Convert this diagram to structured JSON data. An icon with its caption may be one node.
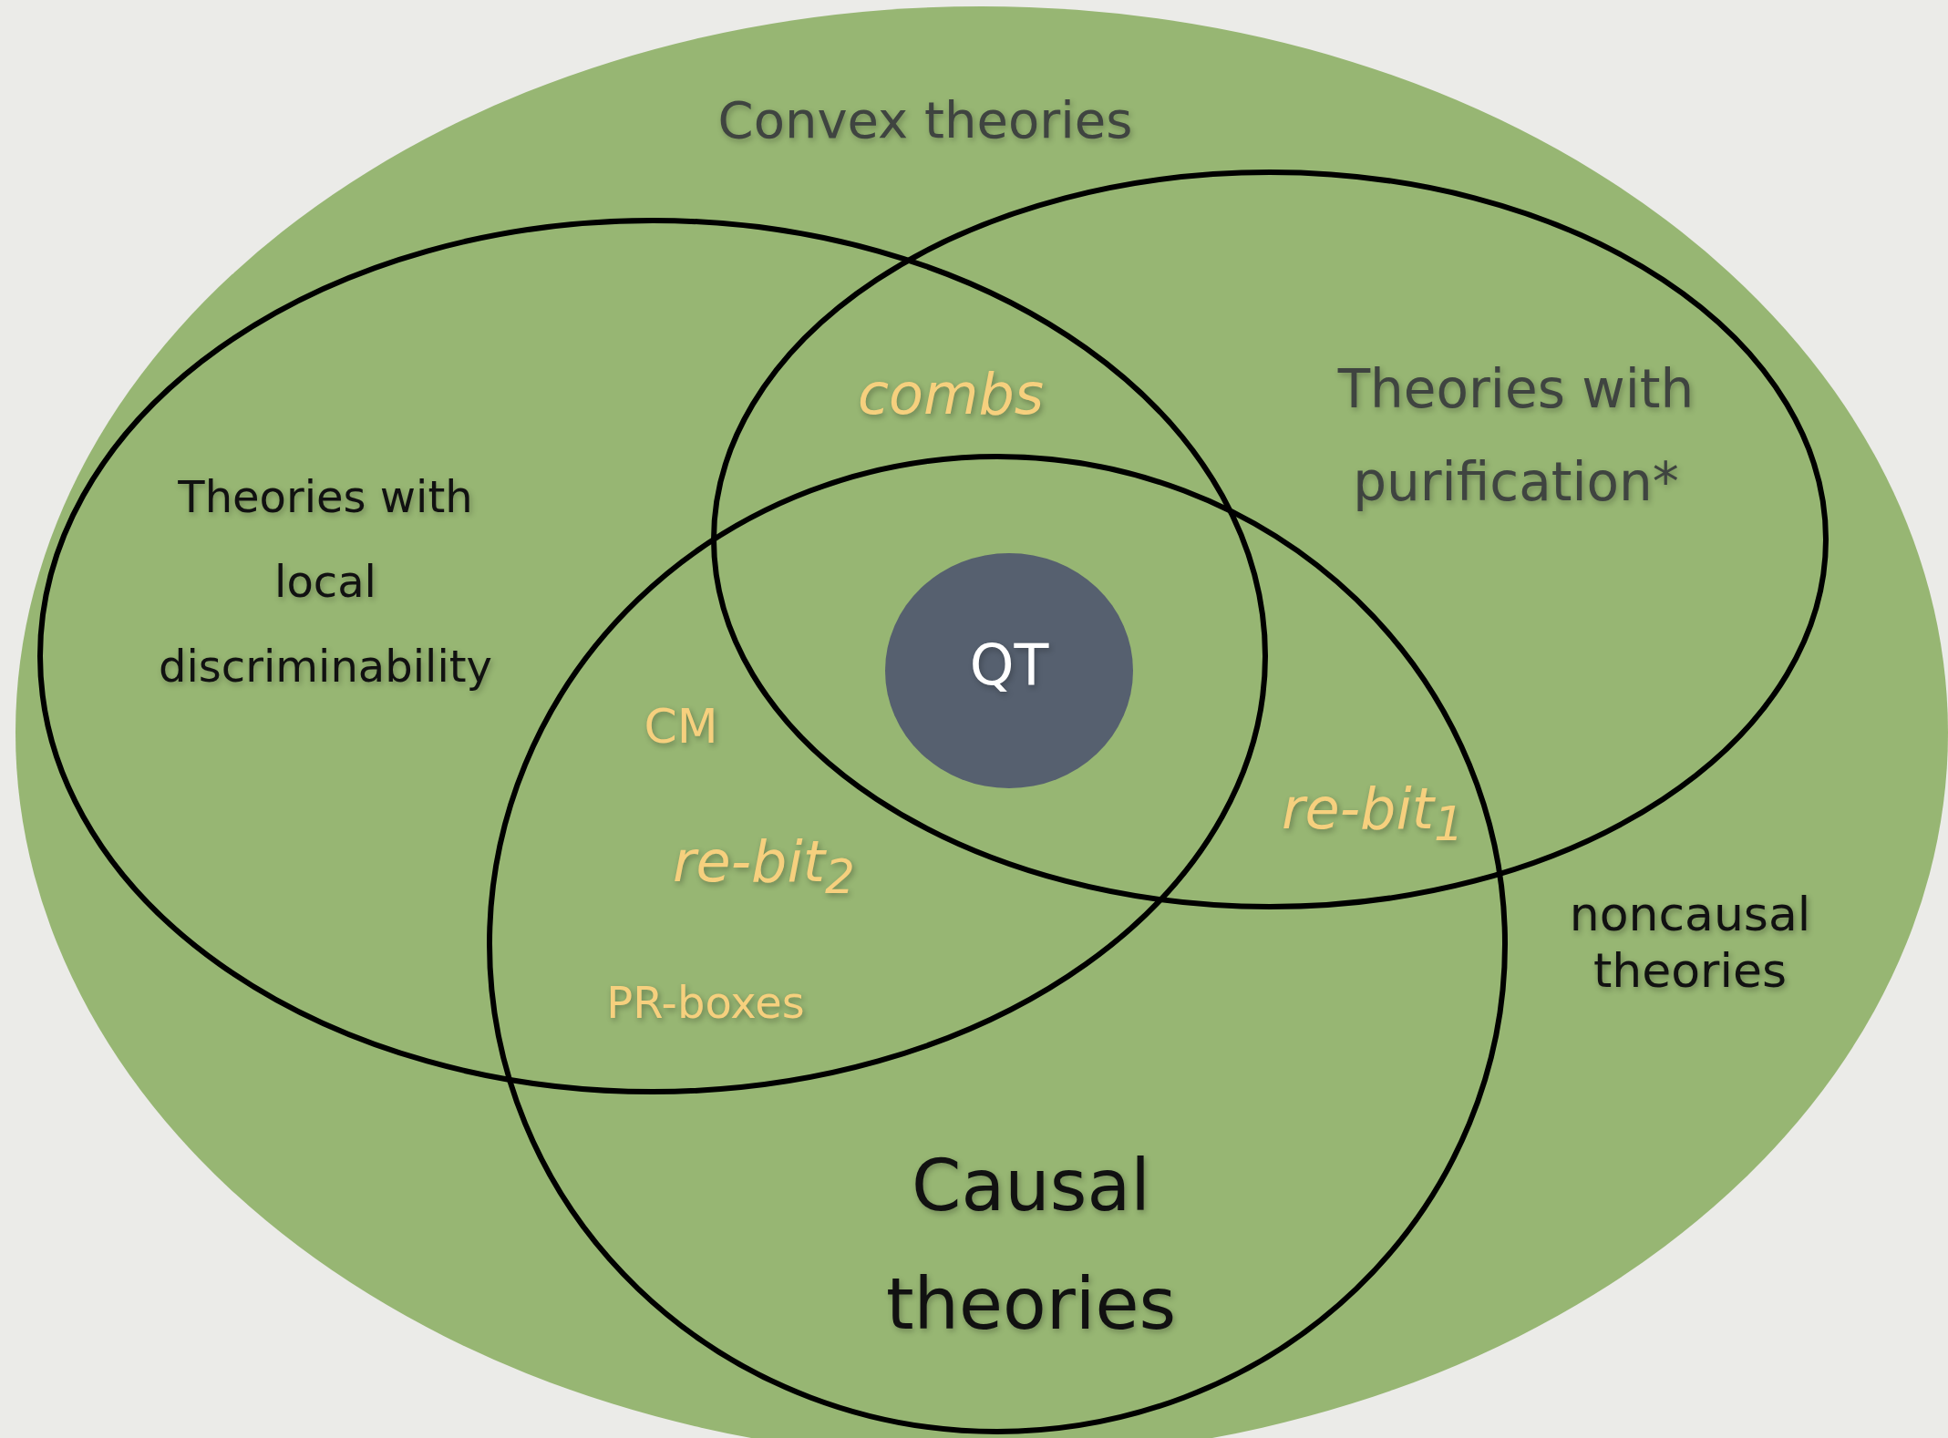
{
  "diagram": {
    "nodes": [
      {
        "text": [
          "Convex theories"
        ]
      },
      {
        "text": [
          "Theories with local discriminability"
        ],
        "in": 0
      },
      {
        "text": [
          "Theories with purification*"
        ],
        "in": 0
      },
      {
        "text": [
          "Causal theories"
        ],
        "in": 0
      },
      {
        "text": [
          "QT"
        ]
      }
    ],
    "labels": [
      "combs",
      "CM",
      "re-bit$_{1}$",
      "re-bit$_{2}$",
      "noncausal theories",
      "PR-boxes"
    ]
  }
}
